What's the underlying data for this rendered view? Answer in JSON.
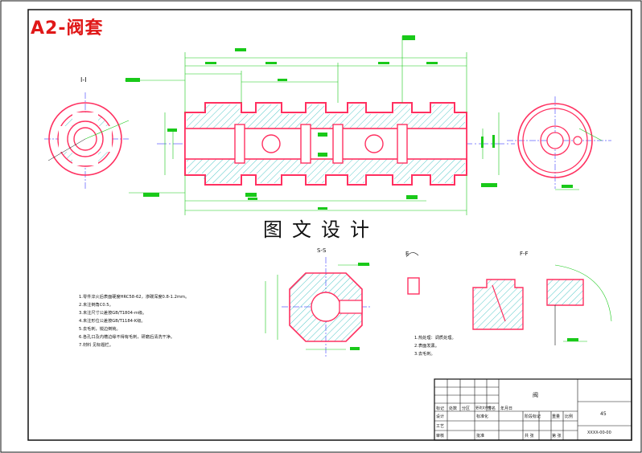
{
  "drawing": {
    "title": "A2-阀套",
    "watermark": "图文设计",
    "view_labels": {
      "left_view": "I-I",
      "section_ss": "S-S",
      "detail_e": "E",
      "detail_ff": "F-F"
    },
    "tech_notes": [
      "1.零件淬火后表面硬度HRC58-62，渗碳深度0.8-1.2mm。",
      "2.未注倒角C0.5。",
      "3.未注尺寸公差按GB/T1804-m级。",
      "4.未注形位公差按GB/T1184-K级。",
      "5.去毛刺，锐边倒钝。",
      "6.各孔口及内槽边缘不得有毛刺，研磨后清洗干净。",
      "7.材料 见标题栏。"
    ],
    "notes_right": [
      "1.热处理：调质处理。",
      "2.表面发黑。",
      "3.去毛刺。"
    ],
    "title_block": {
      "part_name": "阀",
      "material": "45",
      "drawing_no": "XXXX-00-00",
      "row_labels": [
        "标记",
        "处数",
        "分区",
        "更改文件号",
        "签名",
        "年月日"
      ],
      "row_labels2": [
        "设计",
        "标准化",
        "阶段标记",
        "重量",
        "比例"
      ],
      "row_labels3": [
        "审核",
        "工艺",
        "批准",
        "共 张",
        "第 张"
      ]
    },
    "colors": {
      "outline": "#ff3060",
      "dimension": "#19c919",
      "hatch": "#14b4b4",
      "center": "#1414ff",
      "frame": "#111111"
    }
  }
}
